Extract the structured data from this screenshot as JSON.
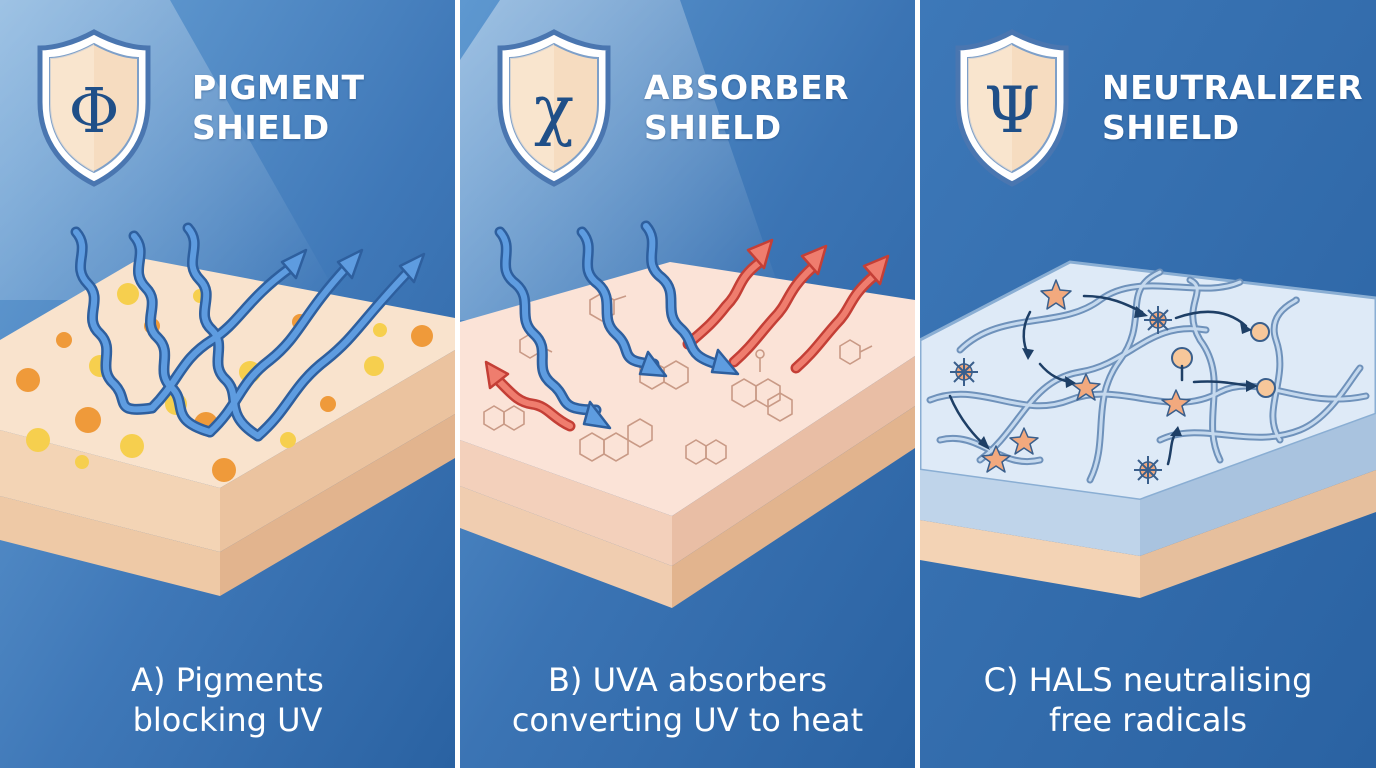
{
  "panels": [
    {
      "id": "a",
      "shield_symbol": "Φ",
      "title_line1": "PIGMENT",
      "title_line2": "SHIELD",
      "caption_line1": "A) Pigments",
      "caption_line2": "blocking UV"
    },
    {
      "id": "b",
      "shield_symbol": "χ",
      "title_line1": "ABSORBER",
      "title_line2": "SHIELD",
      "caption_line1": "B) UVA absorbers",
      "caption_line2": "converting UV to heat"
    },
    {
      "id": "c",
      "shield_symbol": "Ψ",
      "title_line1": "NEUTRALIZER",
      "title_line2": "SHIELD",
      "caption_line1": "C) HALS neutralising",
      "caption_line2": "free radicals"
    }
  ],
  "colors": {
    "panel_blue": "#2d67a6",
    "panel_blue_light": "#5c95cc",
    "divider": "#ffffff",
    "slab_top": "#f9e3cd",
    "slab_side": "#eec9a6",
    "uv_wave": "#3f7fc9",
    "heat_wave": "#e0584a",
    "shield_fill": "#f6dcc0",
    "shield_rim": "#4a76b0",
    "particle_orange": "#ef9a3a",
    "particle_yellow": "#f6cf4e",
    "radical_star": "#f2a97e",
    "polymer_chain": "#8aaed3"
  },
  "icons": [
    "shield-icon",
    "uv-wave-arrow",
    "heat-wave-arrow",
    "pigment-particle",
    "molecule-icon",
    "radical-star-icon",
    "hals-sphere"
  ]
}
